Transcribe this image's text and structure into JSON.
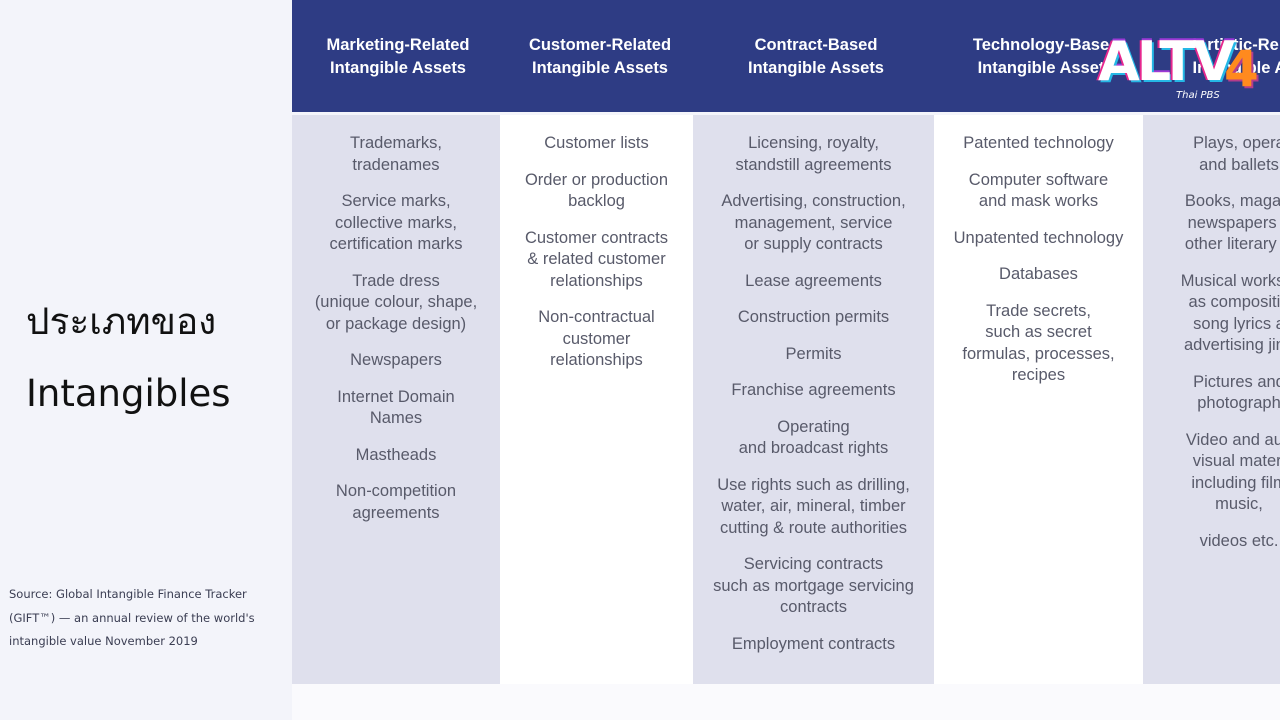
{
  "left": {
    "thai_title": "ประเภทของ",
    "subtitle": "Intangibles",
    "source_lines": [
      "Source: Global Intangible Finance Tracker",
      "(GIFT™) — an annual review of the world's",
      "intangible value November 2019"
    ]
  },
  "columns": [
    {
      "heading_lines": [
        "Marketing-Related",
        "Intangible Assets"
      ],
      "items": [
        "Trademarks,\ntradenames",
        "Service marks,\ncollective marks,\ncertification marks",
        "Trade dress\n(unique colour, shape,\nor package design)",
        "Newspapers",
        "Internet Domain\nNames",
        "Mastheads",
        "Non-competition\nagreements"
      ]
    },
    {
      "heading_lines": [
        "Customer-Related",
        "Intangible Assets"
      ],
      "items": [
        "Customer lists",
        "Order or production\nbacklog",
        "Customer contracts\n& related customer\nrelationships",
        "Non-contractual\ncustomer\nrelationships"
      ]
    },
    {
      "heading_lines": [
        "Contract-Based",
        "Intangible Assets"
      ],
      "items": [
        "Licensing, royalty,\nstandstill agreements",
        "Advertising, construction,\nmanagement, service\nor supply contracts",
        "Lease agreements",
        "Construction permits",
        "Permits",
        "Franchise agreements",
        "Operating\nand broadcast rights",
        "Use rights such as drilling,\nwater, air, mineral, timber\ncutting & route authorities",
        "Servicing contracts\nsuch as mortgage servicing\ncontracts",
        "Employment contracts"
      ]
    },
    {
      "heading_lines": [
        "Technology-Base",
        "Intangible Asset"
      ],
      "items": [
        "Patented technology",
        "Computer software\nand mask works",
        "Unpatented technology",
        "Databases",
        "Trade secrets,\nsuch as secret\nformulas, processes,\nrecipes"
      ]
    },
    {
      "heading_lines": [
        "Artistic-Rela",
        "Intangible As"
      ],
      "items": [
        "Plays, opera\nand ballets",
        "Books, magazi\nnewspapers a\nother literary w",
        "Musical works s\nas compositio\nsong lyrics a\nadvertising jing",
        "Pictures and\nphotograph",
        "Video and aud\nvisual materi\nincluding film\nmusic,",
        "videos etc."
      ]
    }
  ],
  "logo": {
    "text": "ALTV",
    "number": "4",
    "tagline": "Thai PBS",
    "colors": {
      "pink": "#e6278e",
      "blue": "#25b8e6",
      "purple": "#9b3ad6",
      "orange": "#ff8a1e"
    }
  },
  "colors": {
    "header_bar": "#2e3c84",
    "shaded_column": "#dfe0ed",
    "plain_column": "#ffffff",
    "item_text": "#585a6a",
    "background": "#f3f4fa"
  }
}
